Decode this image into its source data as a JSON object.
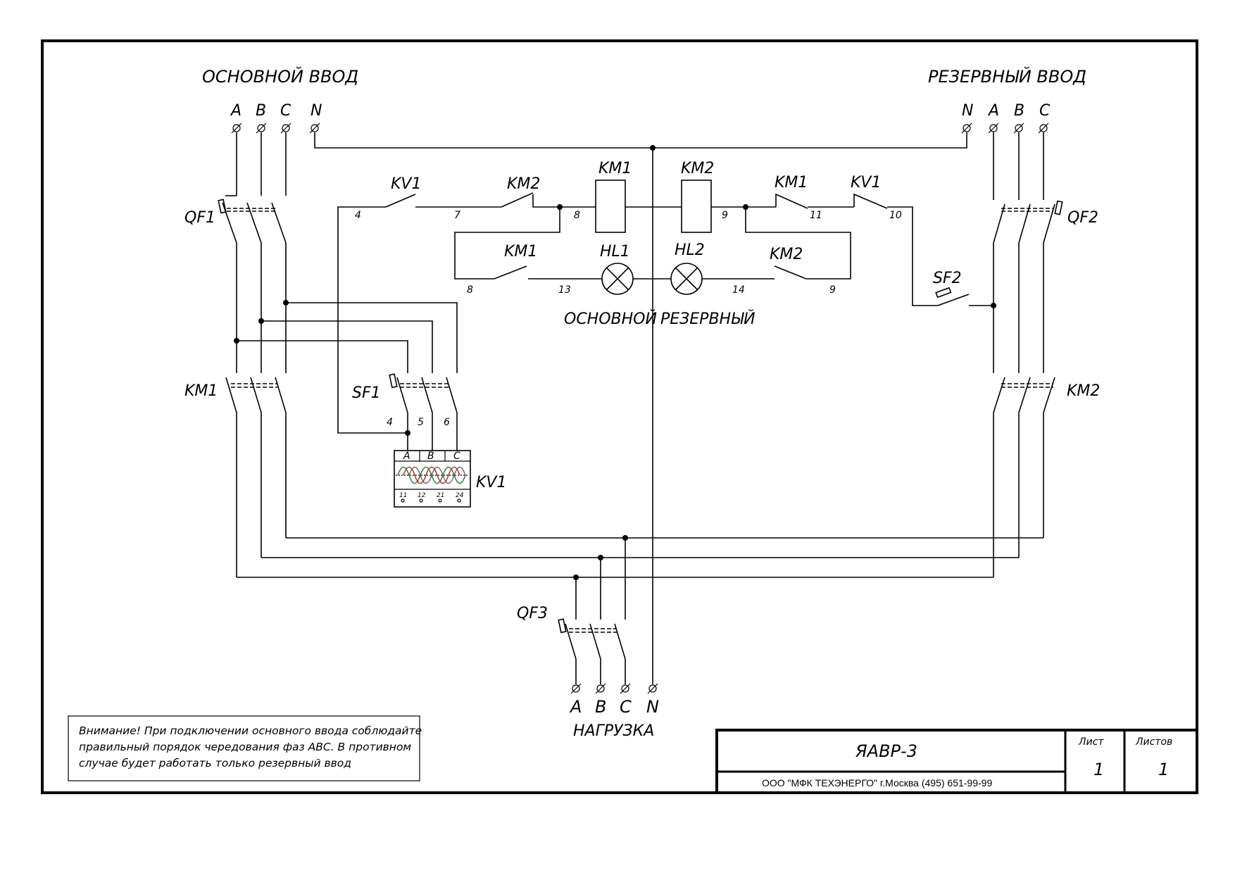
{
  "inputs": {
    "main": {
      "title": "ОСНОВНОЙ ВВОД",
      "phases": [
        "A",
        "B",
        "C",
        "N"
      ]
    },
    "reserve": {
      "title": "РЕЗЕРВНЫЙ ВВОД",
      "phases": [
        "N",
        "A",
        "B",
        "C"
      ]
    }
  },
  "components": {
    "qf1": "QF1",
    "qf2": "QF2",
    "qf3": "QF3",
    "km1_power": "KM1",
    "km2_power": "KM2",
    "sf1": "SF1",
    "sf2": "SF2",
    "kv1_relay": "KV1",
    "ctrl_kv1_left": "KV1",
    "ctrl_km2_left": "KM2",
    "coil_km1": "KM1",
    "coil_km2": "KM2",
    "ctrl_km1_right": "KM1",
    "ctrl_kv1_right": "KV1",
    "hl_km1": "KM1",
    "hl_km2": "KM2",
    "hl1": "HL1",
    "hl2": "HL2",
    "hl1_caption": "ОСНОВНОЙ",
    "hl2_caption": "РЕЗЕРВНЫЙ"
  },
  "wire_numbers": {
    "n4_top": "4",
    "n7": "7",
    "n8_top": "8",
    "n9_top": "9",
    "n11": "11",
    "n10": "10",
    "n8_low": "8",
    "n13": "13",
    "n14": "14",
    "n9_low": "9",
    "sf1_4": "4",
    "sf1_5": "5",
    "sf1_6": "6"
  },
  "relay_kv1": {
    "phases": [
      "A",
      "B",
      "C"
    ],
    "terminals": [
      "11",
      "12",
      "21",
      "24"
    ],
    "wave_colors": [
      "#2e7d32",
      "#c62828",
      "#555555"
    ]
  },
  "load": {
    "title": "НАГРУЗКА",
    "phases": [
      "A",
      "B",
      "C",
      "N"
    ]
  },
  "note": {
    "lines": [
      "Внимание! При подключении основного ввода соблюдайте",
      "правильный порядок чередования фаз АВС. В противном",
      "случае будет работать только резервный ввод"
    ]
  },
  "title_block": {
    "doc_name": "ЯАВР-3",
    "company": "ООО \"МФК ТЕХЭНЕРГО\" г.Москва  (495) 651-99-99",
    "sheet_label": "Лист",
    "sheet_value": "1",
    "sheets_label": "Листов",
    "sheets_value": "1"
  }
}
